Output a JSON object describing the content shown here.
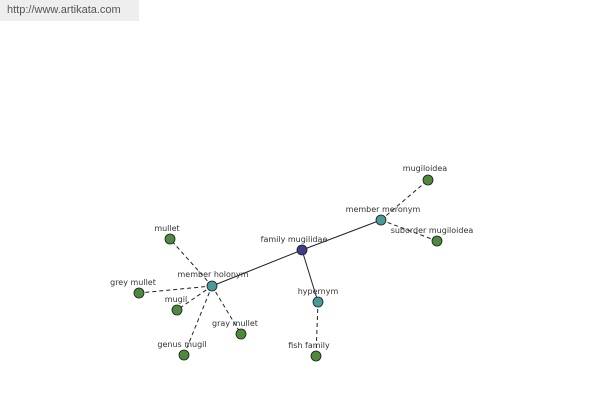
{
  "header": {
    "site_url": "http://www.artikata.com"
  },
  "graph": {
    "nodes": [
      {
        "id": "family-mugilidae",
        "label": "family mugilidae",
        "kind": "center",
        "color": "#3d3d8a"
      },
      {
        "id": "member-meronym",
        "label": "member meronym",
        "kind": "relation",
        "color": "#4a9a9a"
      },
      {
        "id": "member-holonym",
        "label": "member holonym",
        "kind": "relation",
        "color": "#4a9a9a"
      },
      {
        "id": "hypernym",
        "label": "hypernym",
        "kind": "relation",
        "color": "#4a9a9a"
      },
      {
        "id": "mugiloidea",
        "label": "mugiloidea",
        "kind": "term",
        "color": "#4e8a3e"
      },
      {
        "id": "suborder-mugiloidea",
        "label": "suborder mugiloidea",
        "kind": "term",
        "color": "#4e8a3e"
      },
      {
        "id": "mullet",
        "label": "mullet",
        "kind": "term",
        "color": "#4e8a3e"
      },
      {
        "id": "grey-mullet",
        "label": "grey mullet",
        "kind": "term",
        "color": "#4e8a3e"
      },
      {
        "id": "mugil",
        "label": "mugil",
        "kind": "term",
        "color": "#4e8a3e"
      },
      {
        "id": "gray-mullet",
        "label": "gray mullet",
        "kind": "term",
        "color": "#4e8a3e"
      },
      {
        "id": "genus-mugil",
        "label": "genus mugil",
        "kind": "term",
        "color": "#4e8a3e"
      },
      {
        "id": "fish-family",
        "label": "fish family",
        "kind": "term",
        "color": "#4e8a3e"
      }
    ],
    "edges": [
      {
        "from": "family-mugilidae",
        "to": "member-meronym",
        "style": "solid"
      },
      {
        "from": "family-mugilidae",
        "to": "member-holonym",
        "style": "solid"
      },
      {
        "from": "family-mugilidae",
        "to": "hypernym",
        "style": "solid"
      },
      {
        "from": "member-meronym",
        "to": "mugiloidea",
        "style": "dashed"
      },
      {
        "from": "member-meronym",
        "to": "suborder-mugiloidea",
        "style": "dashed"
      },
      {
        "from": "member-holonym",
        "to": "mullet",
        "style": "dashed"
      },
      {
        "from": "member-holonym",
        "to": "grey-mullet",
        "style": "dashed"
      },
      {
        "from": "member-holonym",
        "to": "mugil",
        "style": "dashed"
      },
      {
        "from": "member-holonym",
        "to": "gray-mullet",
        "style": "dashed"
      },
      {
        "from": "member-holonym",
        "to": "genus-mugil",
        "style": "dashed"
      },
      {
        "from": "hypernym",
        "to": "fish-family",
        "style": "dashed"
      }
    ]
  }
}
